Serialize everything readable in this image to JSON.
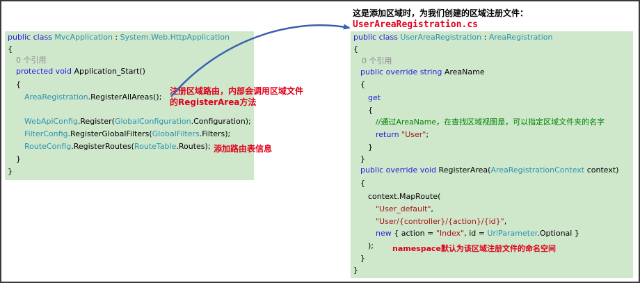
{
  "annotations": {
    "title_line1": "这是添加区域时，为我们创建的区域注册文件：",
    "title_line2": "UserAreaRegistration.cs",
    "register_line1": "注册区域路由，内部会调用区域文件",
    "register_line2": "的RegisterArea方法",
    "route_info": "添加路由表信息",
    "namespace_note": "namespace默认为该区域注册文件的命名空间"
  },
  "left_code": {
    "l1_kw": "public class",
    "l1_type": "MvcApplication",
    "l1_sep": " : ",
    "l1_base": "System.Web.HttpApplication",
    "l2": "{",
    "l3_ref": "0 个引用",
    "l4_kw": "protected void",
    "l4_name": " Application_Start()",
    "l5": "{",
    "l6_type": "AreaRegistration",
    "l6_rest": ".RegisterAllAreas();",
    "l7_type": "WebApiConfig",
    "l7_mid": ".Register(",
    "l7_type2": "GlobalConfiguration",
    "l7_end": ".Configuration);",
    "l8_type": "FilterConfig",
    "l8_mid": ".RegisterGlobalFilters(",
    "l8_type2": "GlobalFilters",
    "l8_end": ".Filters);",
    "l9_type": "RouteConfig",
    "l9_mid": ".RegisterRoutes(",
    "l9_type2": "RouteTable",
    "l9_end": ".Routes);",
    "l10": "}",
    "l11": "}"
  },
  "right_code": {
    "r1_kw": "public class",
    "r1_type": "UserAreaRegistration",
    "r1_sep": " : ",
    "r1_base": "AreaRegistration",
    "r2": "{",
    "r3_ref": "0 个引用",
    "r4_kw": "public override string",
    "r4_name": " AreaName",
    "r5": "{",
    "r6_kw": "get",
    "r7": "{",
    "r8_comment": "//通过AreaName，在查找区域视图是，可以指定区域文件夹的名字",
    "r9_kw": "return",
    "r9_str": "\"User\"",
    "r9_end": ";",
    "r10": "}",
    "r11": "}",
    "r12_kw": "public override void",
    "r12_name": " RegisterArea(",
    "r12_type": "AreaRegistrationContext",
    "r12_end": " context)",
    "r13": "{",
    "r14": "context.MapRoute(",
    "r15_str": "\"User_default\"",
    "r15_end": ",",
    "r16_str": "\"User/{controller}/{action}/{id}\"",
    "r16_end": ",",
    "r17_kw": "new",
    "r17_a": " { action = ",
    "r17_str": "\"Index\"",
    "r17_b": ", id = ",
    "r17_type": "UrlParameter",
    "r17_c": ".Optional }",
    "r18": ");",
    "r19": "}",
    "r20": "}"
  }
}
